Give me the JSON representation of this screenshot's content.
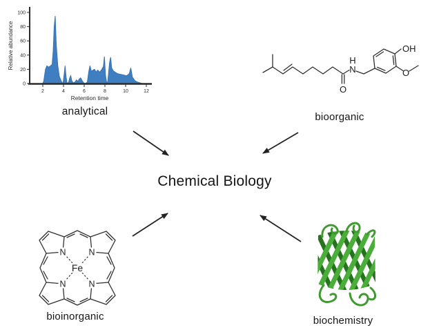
{
  "figure": {
    "center_label": "Chemical Biology",
    "nodes": {
      "analytical": {
        "label": "analytical"
      },
      "bioorganic": {
        "label": "bioorganic"
      },
      "bioinorganic": {
        "label": "bioinorganic"
      },
      "biochemistry": {
        "label": "biochemistry"
      }
    }
  },
  "chart_data": {
    "type": "area",
    "title": "",
    "xlabel": "Retention time",
    "ylabel": "Relative abundance",
    "xlim": [
      1,
      12.7
    ],
    "ylim": [
      0,
      100
    ],
    "xticks": [
      2,
      4,
      6,
      8,
      10,
      12
    ],
    "yticks": [
      0,
      20,
      40,
      60,
      80,
      100
    ],
    "grid": false,
    "legend": "none",
    "fill_color": "#3f7fc1",
    "line_color": "#3873b4",
    "series": [
      {
        "name": "chromatogram",
        "x": [
          2.0,
          2.1,
          2.25,
          2.4,
          2.55,
          2.75,
          2.9,
          3.0,
          3.1,
          3.2,
          3.3,
          3.45,
          3.6,
          3.8,
          3.95,
          4.05,
          4.15,
          4.25,
          4.35,
          4.5,
          4.6,
          4.7,
          4.8,
          4.95,
          5.1,
          5.25,
          5.4,
          5.5,
          5.65,
          5.8,
          5.95,
          6.1,
          6.3,
          6.45,
          6.55,
          6.7,
          6.85,
          7.0,
          7.15,
          7.3,
          7.5,
          7.7,
          7.85,
          7.95,
          8.05,
          8.15,
          8.25,
          8.35,
          8.45,
          8.55,
          8.65,
          8.8,
          9.0,
          9.2,
          9.5,
          9.8,
          10.1,
          10.35,
          10.5,
          10.65,
          10.9,
          11.15,
          11.4,
          11.6
        ],
        "y": [
          0,
          4,
          20,
          25,
          23,
          25,
          27,
          45,
          80,
          95,
          55,
          25,
          10,
          3,
          0,
          12,
          25,
          9,
          0,
          2,
          8,
          11,
          4,
          1,
          2,
          5,
          3,
          6,
          8,
          4,
          1,
          0,
          2,
          18,
          25,
          17,
          19,
          20,
          16,
          19,
          16,
          20,
          24,
          38,
          12,
          3,
          0,
          15,
          30,
          37,
          22,
          18,
          16,
          14,
          13,
          12,
          11,
          14,
          22,
          9,
          4,
          2,
          1,
          0
        ]
      }
    ]
  },
  "molecule": {
    "name": "capsaicin skeletal structure",
    "labels": {
      "oh": "OH",
      "amide_h": "H",
      "amide_n": "N",
      "carbonyl_o": "O",
      "methoxy_o": "O"
    }
  },
  "porphyrin": {
    "fe": "Fe",
    "n": "N"
  },
  "colors": {
    "chromatogram_fill": "#3f7fc1",
    "protein_light_green": "#4bad3a",
    "protein_dark_green": "#26721f",
    "protein_loop_green": "#3f9a30",
    "arrow": "#222222",
    "structure_stroke": "#2f2f2f",
    "text": "#141414"
  }
}
